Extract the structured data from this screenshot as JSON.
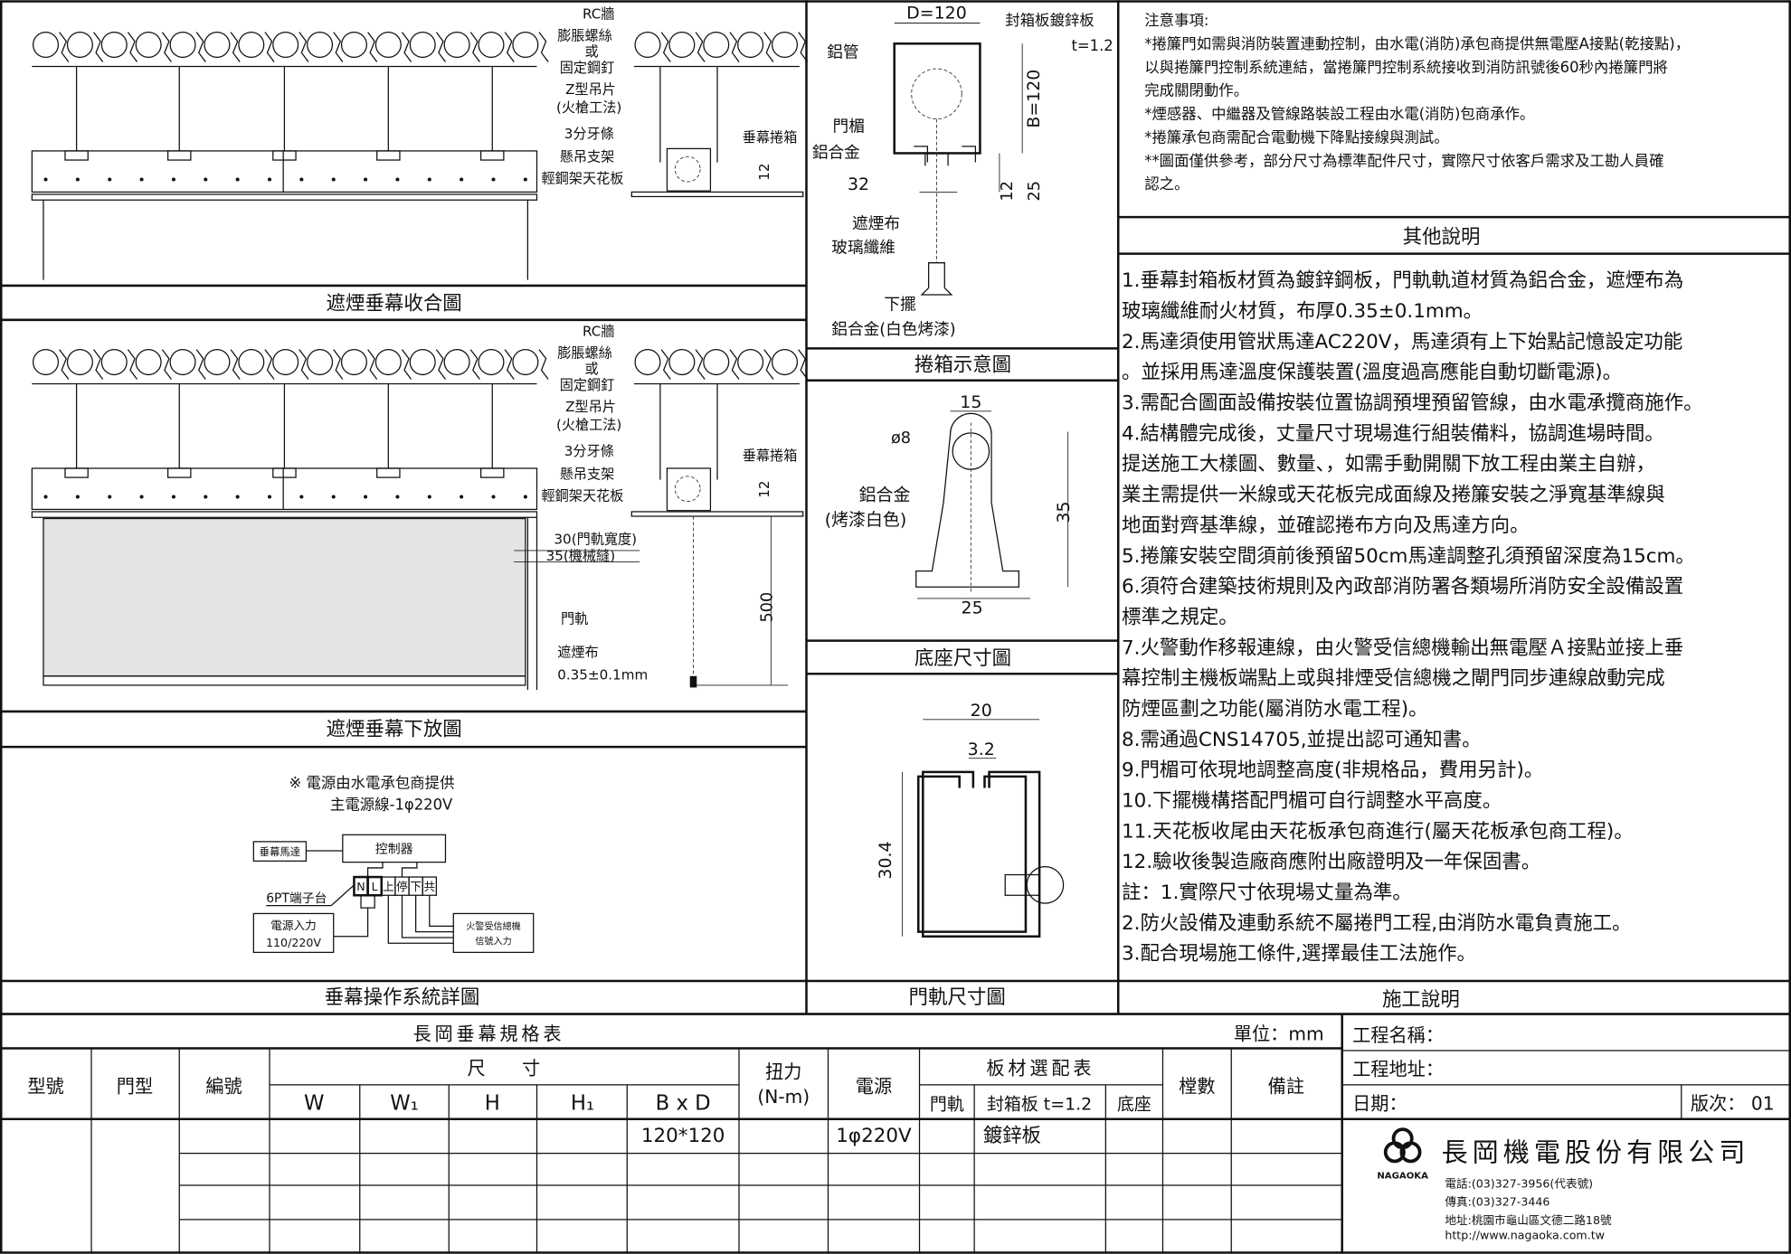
{
  "drawings": {
    "retracted": {
      "caption": "遮煙垂幕收合圖",
      "labels": {
        "rc_wall": "RC牆",
        "expansion_bolt": "膨脹螺絲",
        "or": "或",
        "steel_nail": "固定鋼釘",
        "z_hanger": "Z型吊片",
        "gun_method": "(火槍工法)",
        "threaded_rod": "3分牙條",
        "bracket": "懸吊支架",
        "ceiling": "輕鋼架天花板",
        "curtain_box": "垂幕捲箱",
        "dim_12": "12"
      }
    },
    "lowered": {
      "caption": "遮煙垂幕下放圖",
      "labels": {
        "rc_wall": "RC牆",
        "expansion_bolt": "膨脹螺絲",
        "or": "或",
        "steel_nail": "固定鋼釘",
        "z_hanger": "Z型吊片",
        "gun_method": "(火槍工法)",
        "threaded_rod": "3分牙條",
        "bracket": "懸吊支架",
        "ceiling": "輕鋼架天花板",
        "curtain_box": "垂幕捲箱",
        "dim_12": "12",
        "rail_width": "30(門軌寬度)",
        "gap": "35(機械縫)",
        "rail": "門軌",
        "cloth": "遮煙布",
        "cloth_thickness": "0.35±0.1mm",
        "dim_500": "500"
      }
    },
    "control": {
      "caption": "垂幕操作系統詳圖",
      "note1": "※ 電源由水電承包商提供",
      "note2": "主電源線-1φ220V",
      "motor": "垂幕馬達",
      "controller": "控制器",
      "terminal_label": "6PT端子台",
      "terminals": [
        "N",
        "L",
        "上",
        "停",
        "下",
        "共"
      ],
      "power_in_1": "電源入力",
      "power_in_2": "110/220V",
      "fire_1": "火警受信總機",
      "fire_2": "信號入力"
    },
    "box": {
      "caption": "捲箱示意圖",
      "d": "D=120",
      "plate": "封箱板鍍鋅板",
      "t": "t=1.2",
      "tube": "鋁管",
      "b": "B=120",
      "lintel": "門楣",
      "lintel_mat": "鋁合金",
      "dim_32": "32",
      "dim_12": "12",
      "dim_25": "25",
      "cloth": "遮煙布",
      "cloth_mat": "玻璃纖維",
      "hem": "下擺",
      "hem_mat": "鋁合金(白色烤漆)"
    },
    "base": {
      "caption": "底座尺寸圖",
      "dim_15": "15",
      "dia": "ø8",
      "mat": "鋁合金",
      "paint": "(烤漆白色)",
      "dim_35": "35",
      "dim_25": "25"
    },
    "rail": {
      "caption": "門軌尺寸圖",
      "dim_20": "20",
      "dim_32": "3.2",
      "dim_304": "30.4"
    }
  },
  "notes": {
    "lines": [
      "注意事項:",
      "*捲簾門如需與消防裝置連動控制，由水電(消防)承包商提供無電壓A接點(乾接點)，",
      "  以與捲簾門控制系統連結，當捲簾門控制系統接收到消防訊號後60秒內捲簾門將",
      "  完成關閉動作。",
      "*煙感器、中繼器及管線路裝設工程由水電(消防)包商承作。",
      "*捲簾承包商需配合電動機下降點接線與測試。",
      "**圖面僅供參考，部分尺寸為標準配件尺寸，實際尺寸依客戶需求及工勘人員確",
      "   認之。"
    ]
  },
  "other": {
    "title": "其他說明",
    "lines": [
      "1.垂幕封箱板材質為鍍鋅鋼板，門軌軌道材質為鋁合金，遮煙布為",
      "   玻璃纖維耐火材質，布厚0.35±0.1mm。",
      "2.馬達須使用管狀馬達AC220V，馬達須有上下始點記憶設定功能",
      " 。並採用馬達溫度保護裝置(溫度過高應能自動切斷電源)。",
      "3.需配合圖面設備按裝位置協調預埋預留管線，由水電承攬商施作。",
      "4.結構體完成後，丈量尺寸現場進行組裝備料，協調進場時間。",
      "   提送施工大樣圖、數量、，如需手動開關下放工程由業主自辦，",
      "   業主需提供一米線或天花板完成面線及捲簾安裝之淨寬基準線與",
      "   地面對齊基準線，並確認捲布方向及馬達方向。",
      "5.捲簾安裝空間須前後預留50cm馬達調整孔須預留深度為15cm。",
      "6.須符合建築技術規則及內政部消防署各類場所消防安全設備設置",
      "   標準之規定。",
      "7.火警動作移報連線，由火警受信總機輸出無電壓Ａ接點並接上垂",
      "   幕控制主機板端點上或與排煙受信總機之閘門同步連線啟動完成",
      "   防煙區劃之功能(屬消防水電工程)。",
      "8.需通過CNS14705,並提出認可通知書。",
      "9.門楣可依現地調整高度(非規格品，費用另計)。",
      "10.下擺機構搭配門楣可自行調整水平高度。",
      "11.天花板收尾由天花板承包商進行(屬天花板承包商工程)。",
      "12.驗收後製造廠商應附出廠證明及一年保固書。",
      "註：1.實際尺寸依現場丈量為準。",
      "       2.防火設備及連動系統不屬捲門工程,由消防水電負責施工。",
      "       3.配合現場施工條件,選擇最佳工法施作。"
    ],
    "caption": "施工說明"
  },
  "spec_table": {
    "title": "長岡垂幕規格表",
    "unit": "單位：mm",
    "headers": {
      "model": "型號",
      "door_type": "門型",
      "number": "編號",
      "size": "尺　　寸",
      "w": "W",
      "w1": "W₁",
      "h": "H",
      "h1": "H₁",
      "bxd": "B x D",
      "torque_1": "扭力",
      "torque_2": "(N-m)",
      "power": "電源",
      "material": "板材選配表",
      "rail": "門軌",
      "plate": "封箱板 t=1.2",
      "base": "底座",
      "count": "樘數",
      "remark": "備註"
    },
    "rows": [
      {
        "bxd": "120*120",
        "power": "1φ220V",
        "plate": "鍍鋅板"
      }
    ]
  },
  "title_block": {
    "project_name": "工程名稱：",
    "project_address": "工程地址：",
    "date": "日期：",
    "revision": "版次： 01",
    "logo_text": "NAGAOKA",
    "company": "長岡機電股份有限公司",
    "phone": "電話:(03)327-3956(代表號)",
    "fax": "傳真:(03)327-3446",
    "address": "地址:桃園市龜山區文德二路18號",
    "website": "http://www.nagaoka.com.tw"
  }
}
